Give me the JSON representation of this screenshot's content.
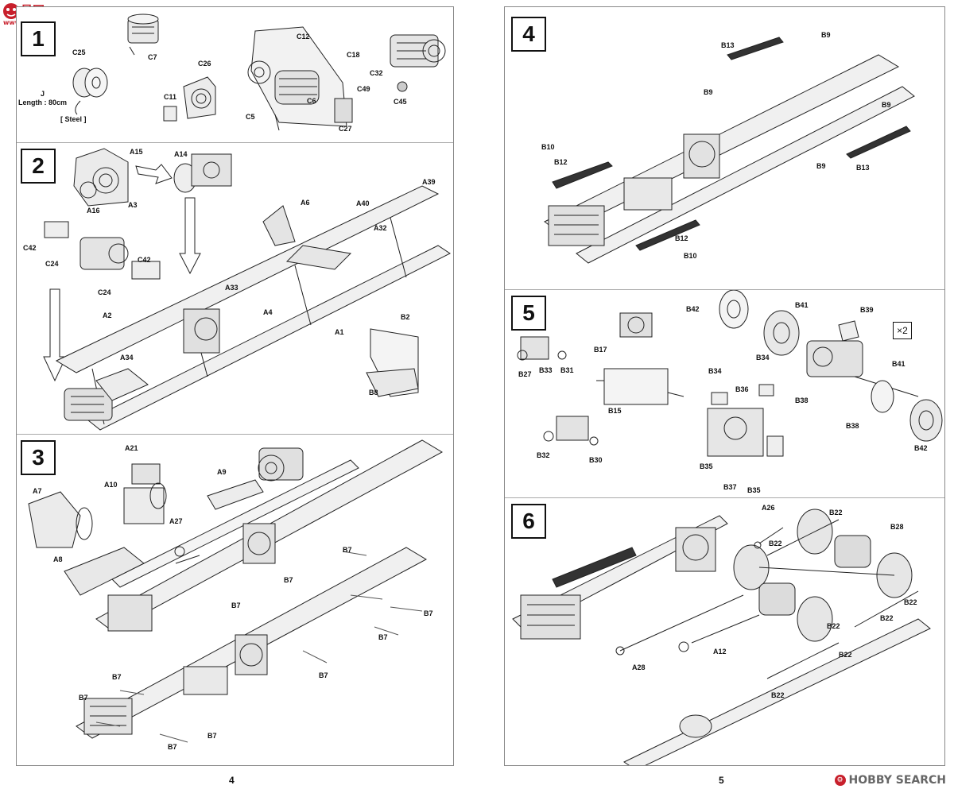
{
  "watermark": {
    "logo_text": "易网",
    "logo_sub": "www.shoooo.com",
    "brand": "HOBBY SEARCH",
    "brand_icon": "gear-icon",
    "brand_color": "#c8202c"
  },
  "left_page": {
    "page_number": "4",
    "steps": [
      {
        "number": "1",
        "labels": [
          "C25",
          "C7",
          "C12",
          "C18",
          "C26",
          "C11",
          "J",
          "Length : 80cm",
          "[ Steel ]",
          "C5",
          "C6",
          "C27",
          "C49",
          "C32",
          "C45"
        ]
      },
      {
        "number": "2",
        "labels": [
          "A15",
          "A14",
          "A16",
          "A3",
          "A39",
          "A6",
          "A40",
          "A32",
          "C42",
          "C24",
          "C42",
          "C24",
          "A33",
          "A4",
          "A1",
          "A2",
          "A34",
          "B2",
          "B8"
        ]
      },
      {
        "number": "3",
        "labels": [
          "A21",
          "A9",
          "A7",
          "A10",
          "A8",
          "A27",
          "B7",
          "B7",
          "B7",
          "B7",
          "B7",
          "B7",
          "B7",
          "B7",
          "B7",
          "B7"
        ]
      }
    ]
  },
  "right_page": {
    "page_number": "5",
    "multiplier": "×2",
    "steps": [
      {
        "number": "4",
        "labels": [
          "B13",
          "B9",
          "B9",
          "B9",
          "B9",
          "B10",
          "B12",
          "B13",
          "B12",
          "B10"
        ]
      },
      {
        "number": "5",
        "labels": [
          "B42",
          "B41",
          "B39",
          "B17",
          "B34",
          "B34",
          "B36",
          "B27",
          "B33",
          "B31",
          "B38",
          "B41",
          "B15",
          "B38",
          "B35",
          "B32",
          "B30",
          "B37",
          "B35",
          "B42"
        ]
      },
      {
        "number": "6",
        "labels": [
          "A26",
          "B22",
          "B28",
          "B22",
          "B22",
          "B22",
          "B22",
          "B22",
          "A28",
          "A12",
          "B22"
        ]
      }
    ]
  }
}
